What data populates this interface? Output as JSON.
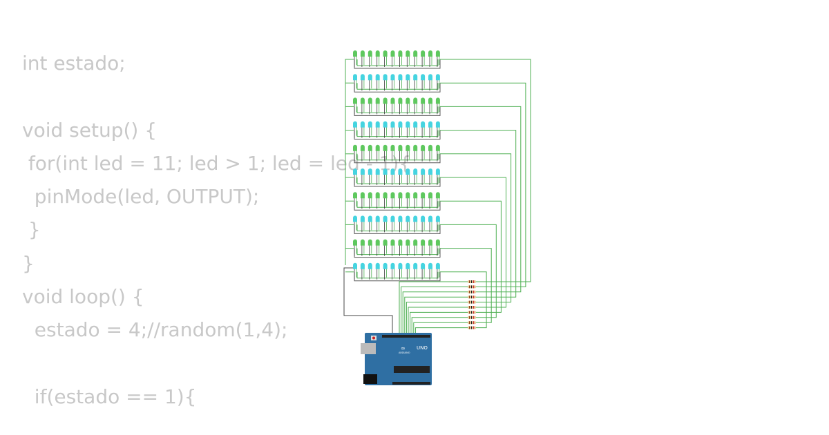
{
  "code_lines": [
    "int estado;",
    "",
    "void setup() {",
    " for(int led = 11; led > 1; led = led - 1){",
    "  pinMode(led, OUTPUT);",
    " }",
    "}",
    "void loop() {",
    "  estado = 4;//random(1,4);",
    "",
    "  if(estado == 1){"
  ],
  "circuit": {
    "led_rows": 10,
    "leds_per_row": 12,
    "row_colors": [
      "#5ec85e",
      "#45d4e0"
    ],
    "wire_color": "#4caf50",
    "board": {
      "name": "UNO",
      "brand": "ARDUINO",
      "color": "#2f6fa3"
    }
  }
}
